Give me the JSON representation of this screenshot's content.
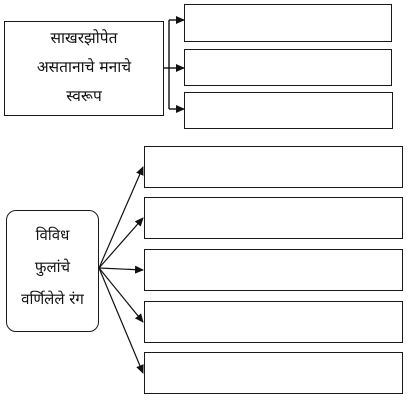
{
  "diagram_1": {
    "source_lines": [
      "साखरझोपेत",
      "असतानाचे मनाचे",
      "स्वरूप"
    ],
    "target_count": 3
  },
  "diagram_2": {
    "source_lines": [
      "विविध",
      "फुलांचे",
      "वर्णिलेले रंग"
    ],
    "target_count": 5
  }
}
